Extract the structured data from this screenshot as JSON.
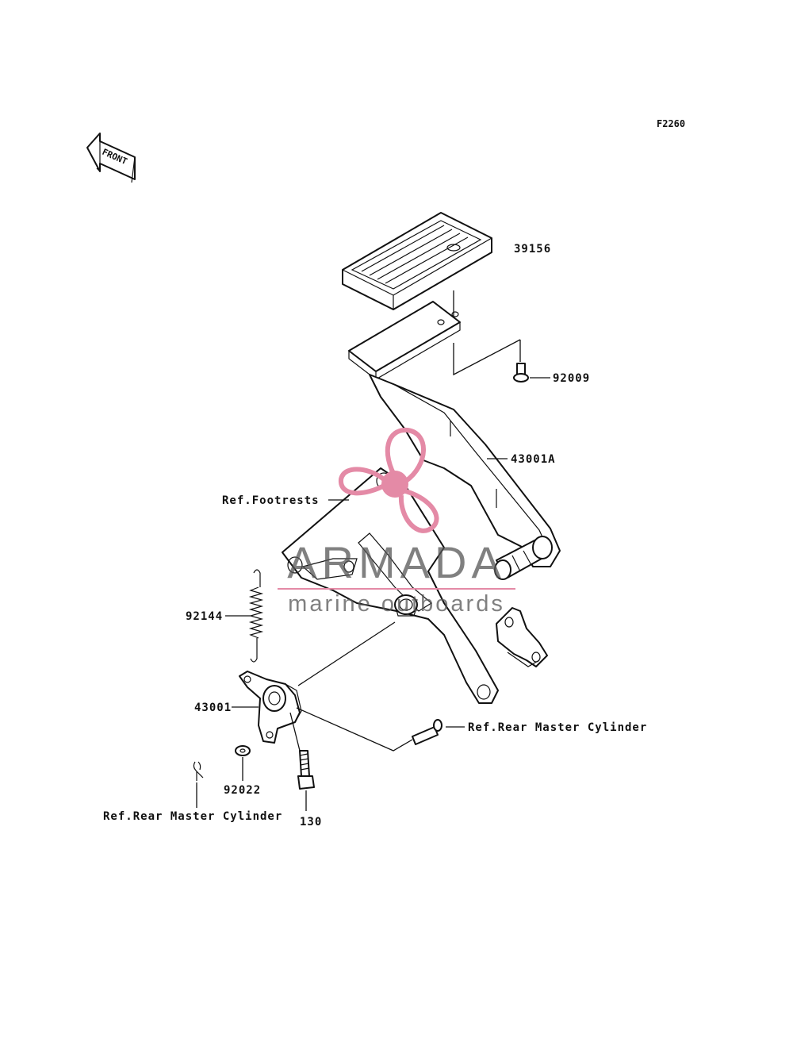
{
  "diagram": {
    "code": "F2260",
    "front_label": "FRONT",
    "parts": [
      {
        "number": "39156"
      },
      {
        "number": "92009"
      },
      {
        "number": "43001A"
      },
      {
        "number": "92144"
      },
      {
        "number": "43001"
      },
      {
        "number": "92022"
      },
      {
        "number": "130"
      }
    ],
    "references": [
      {
        "text": "Ref.Footrests"
      },
      {
        "text": "Ref.Rear Master Cylinder"
      },
      {
        "text": "Ref.Rear Master Cylinder"
      }
    ]
  },
  "watermark": {
    "title": "ARMADA",
    "subtitle": "marine outboards",
    "color": "#e48aa6"
  }
}
